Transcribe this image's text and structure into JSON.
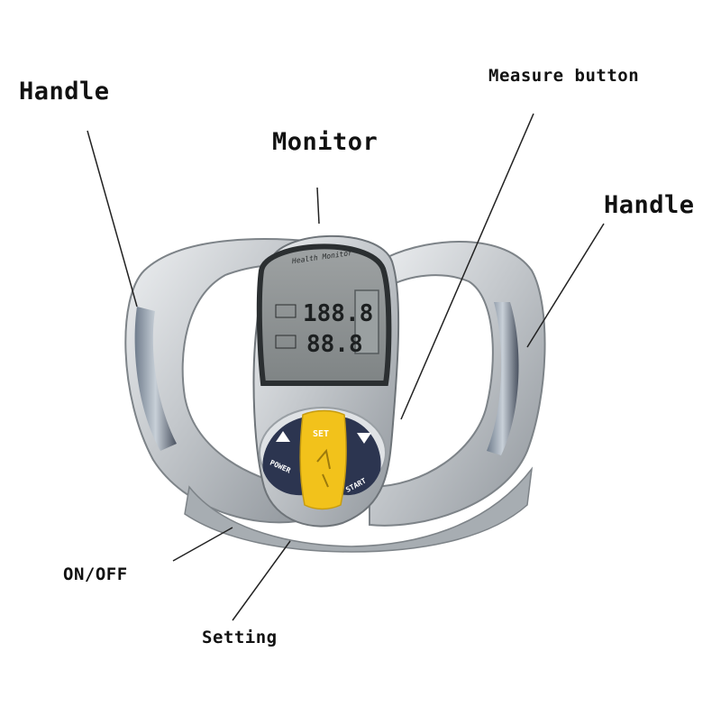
{
  "callouts": {
    "handle_left": "Handle",
    "monitor": "Monitor",
    "measure_button": "Measure button",
    "handle_right": "Handle",
    "on_off": "ON/OFF",
    "setting": "Setting"
  },
  "device": {
    "lcd_top_value": "188.8",
    "lcd_bottom_value": "88.8",
    "brand_text": "Health Monitor",
    "buttons": {
      "set": "SET",
      "power": "POWER",
      "start": "START",
      "up_icon": "triangle-up",
      "down_icon": "triangle-down"
    }
  },
  "colors": {
    "set_button": "#f2c21b",
    "power_start_buttons": "#2c3550",
    "body_silver": "#c9cdd1",
    "lcd": "#8d9191"
  }
}
